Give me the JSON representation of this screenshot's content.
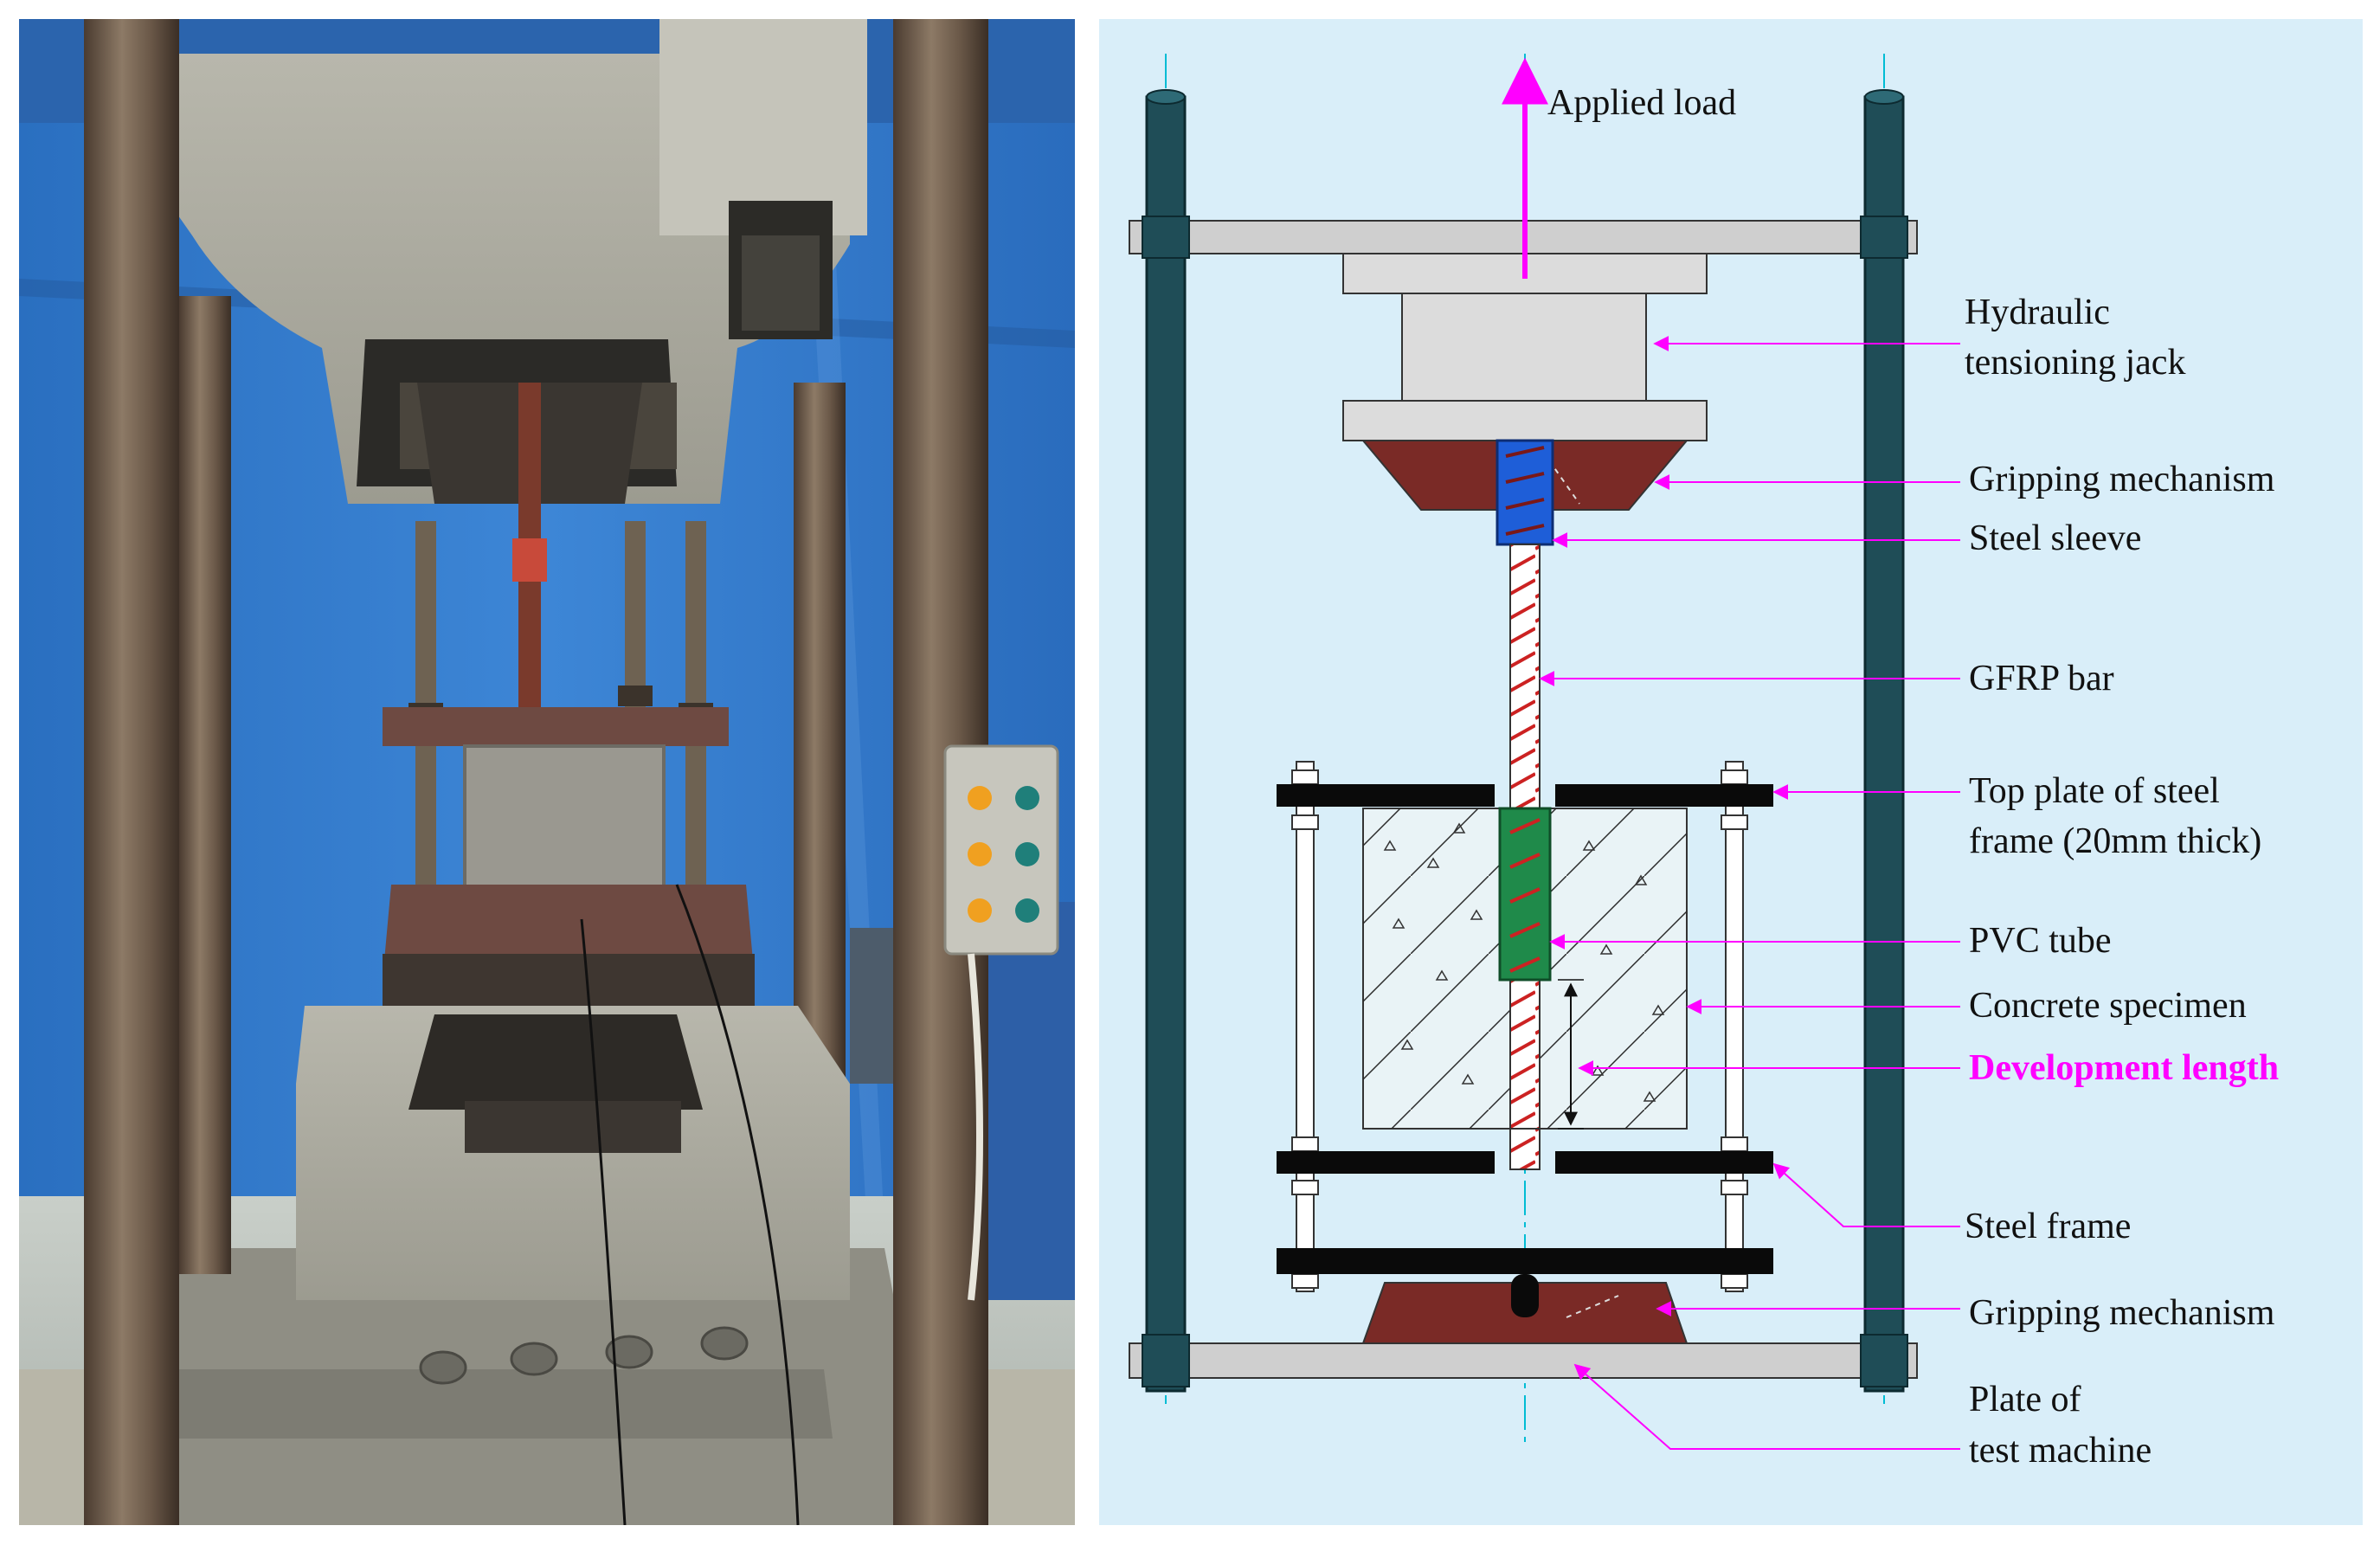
{
  "figure": {
    "labels": {
      "applied_load": "Applied load",
      "hydraulic_jack_line1": "Hydraulic",
      "hydraulic_jack_line2": "tensioning jack",
      "gripping_top": "Gripping mechanism",
      "steel_sleeve": "Steel sleeve",
      "gfrp_bar": "GFRP bar",
      "top_plate_line1": "Top plate of steel",
      "top_plate_line2": "frame (20mm thick)",
      "pvc_tube": "PVC tube",
      "concrete_specimen": "Concrete specimen",
      "development_length": "Development length",
      "steel_frame": "Steel frame",
      "gripping_bottom": "Gripping mechanism",
      "plate_line1": "Plate of",
      "plate_line2": "test machine"
    },
    "colors": {
      "diagram_background": "#d9eef9",
      "leader_magenta": "#ff00ff",
      "column_teal": "#1f4d57",
      "grip_brown": "#7a2a26",
      "sleeve_blue": "#1e5ed8",
      "pvc_green": "#1f8a4a",
      "bar_rebar_red": "#cc2222",
      "centerline_cyan": "#00bcd4"
    }
  }
}
